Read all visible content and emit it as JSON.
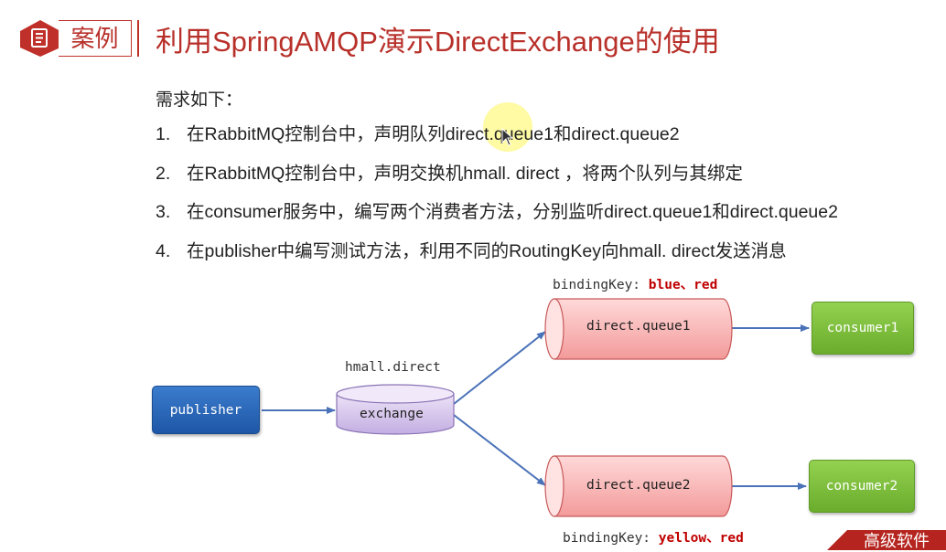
{
  "header": {
    "badge_label": "案例",
    "title": "利用SpringAMQP演示DirectExchange的使用"
  },
  "requirements": {
    "intro": "需求如下：",
    "items": [
      {
        "num": "1.",
        "text": "在RabbitMQ控制台中，声明队列direct.queue1和direct.queue2"
      },
      {
        "num": "2.",
        "text": "在RabbitMQ控制台中，声明交换机hmall. direct ，将两个队列与其绑定"
      },
      {
        "num": "3.",
        "text": "在consumer服务中，编写两个消费者方法，分别监听direct.queue1和direct.queue2"
      },
      {
        "num": "4.",
        "text": "在publisher中编写测试方法，利用不同的RoutingKey向hmall. direct发送消息"
      }
    ]
  },
  "diagram": {
    "publisher": "publisher",
    "exchange_name": "hmall.direct",
    "exchange_label": "exchange",
    "queue1": "direct.queue1",
    "queue2": "direct.queue2",
    "consumer1": "consumer1",
    "consumer2": "consumer2",
    "binding1_prefix": "bindingKey:",
    "binding1_keys": "blue、red",
    "binding2_prefix": "bindingKey:",
    "binding2_keys": "yellow、red"
  },
  "footer": {
    "corner_text": "高级软件"
  },
  "colors": {
    "accent": "#b8302a",
    "publisher": "#1e56a6",
    "consumer": "#6aac2c",
    "queue": "#f8a4a4",
    "exchange": "#cbb6e6",
    "arrow": "#4a72b8"
  }
}
